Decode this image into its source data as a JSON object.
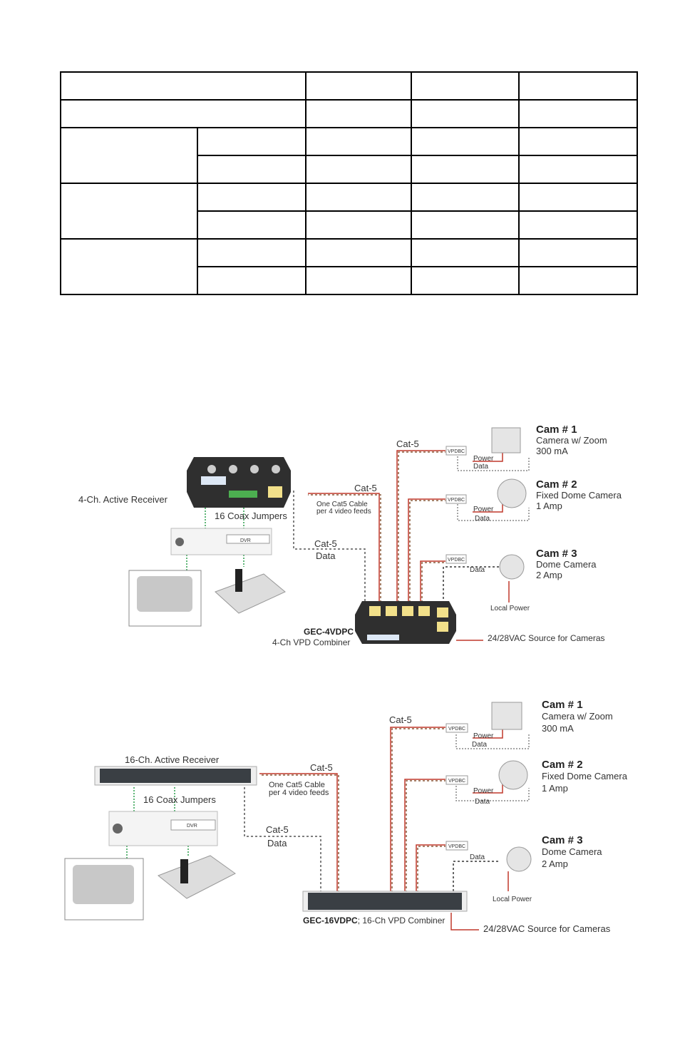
{
  "table": {
    "rows": [
      [
        "",
        "",
        "",
        ""
      ],
      [
        "",
        "",
        "",
        ""
      ],
      [
        "",
        "",
        "",
        "",
        ""
      ],
      [
        "",
        "",
        "",
        ""
      ],
      [
        "",
        "",
        "",
        "",
        ""
      ],
      [
        "",
        "",
        "",
        ""
      ],
      [
        "",
        "",
        "",
        "",
        ""
      ],
      [
        "",
        "",
        "",
        ""
      ]
    ]
  },
  "diagram_4ch": {
    "receiver_label": "4-Ch. Active Receiver",
    "coax_label": "16 Coax Jumpers",
    "dvr_label": "DVR",
    "cat5_top": "Cat-5",
    "cat5_mid": "Cat-5",
    "cable_note_1": "One Cat5 Cable",
    "cable_note_2": "per 4 video feeds",
    "cat5_data_1": "Cat-5",
    "cat5_data_2": "Data",
    "combiner_model": "GEC-4VDPC",
    "combiner_desc": "4-Ch VPD Combiner",
    "vpdbc": "VPDBC",
    "power": "Power",
    "data": "Data",
    "local_power": "Local Power",
    "source": "24/28VAC Source for Cameras",
    "cams": [
      {
        "title": "Cam # 1",
        "desc": "Camera w/ Zoom",
        "current": "300 mA"
      },
      {
        "title": "Cam # 2",
        "desc": "Fixed Dome Camera",
        "current": "1 Amp"
      },
      {
        "title": "Cam # 3",
        "desc": "Dome Camera",
        "current": "2 Amp"
      }
    ]
  },
  "diagram_16ch": {
    "receiver_label": "16-Ch. Active Receiver",
    "coax_label": "16 Coax Jumpers",
    "dvr_label": "DVR",
    "cat5_top": "Cat-5",
    "cat5_mid": "Cat-5",
    "cable_note_1": "One Cat5 Cable",
    "cable_note_2": "per 4 video feeds",
    "cat5_data_1": "Cat-5",
    "cat5_data_2": "Data",
    "combiner_model": "GEC-16VDPC",
    "combiner_desc": "; 16-Ch VPD Combiner",
    "vpdbc": "VPDBC",
    "power": "Power",
    "data": "Data",
    "local_power": "Local Power",
    "source": "24/28VAC Source for Cameras",
    "cams": [
      {
        "title": "Cam # 1",
        "desc": "Camera w/ Zoom",
        "current": "300 mA"
      },
      {
        "title": "Cam # 2",
        "desc": "Fixed Dome Camera",
        "current": "1 Amp"
      },
      {
        "title": "Cam # 3",
        "desc": "Dome Camera",
        "current": "2 Amp"
      }
    ]
  }
}
